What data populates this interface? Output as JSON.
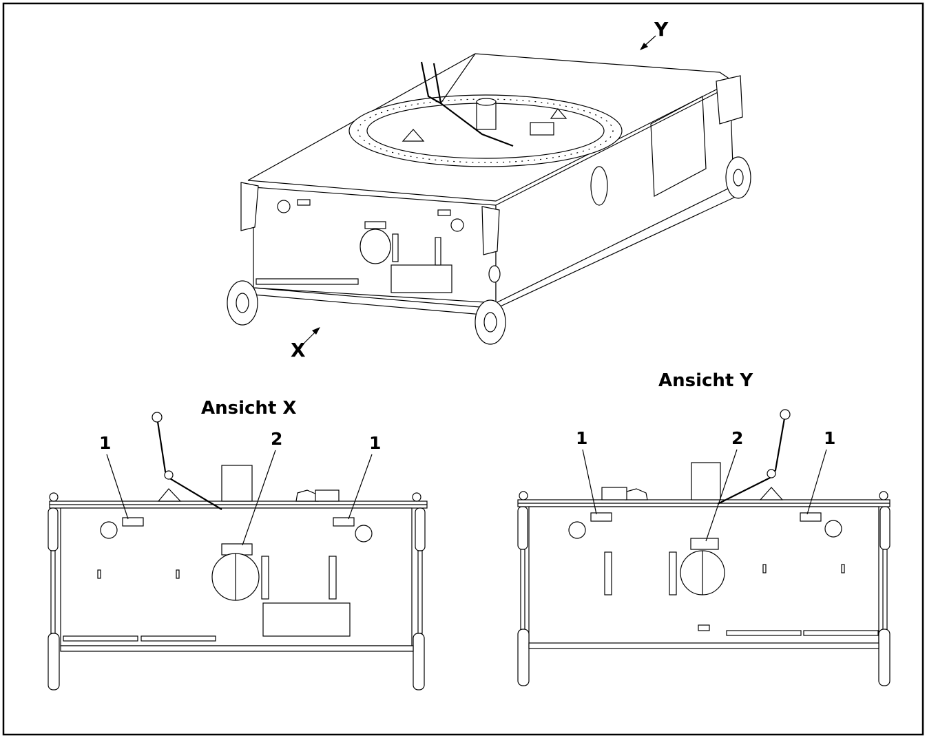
{
  "labels": {
    "view_y_arrow": "Y",
    "view_x_arrow": "X",
    "view_x_title": "Ansicht  X",
    "view_y_title": "Ansicht  Y"
  },
  "callouts": {
    "x_left": "1",
    "x_center": "2",
    "x_right": "1",
    "y_left": "1",
    "y_center": "2",
    "y_right": "1"
  },
  "colors": {
    "ink": "#000000",
    "paper": "#ffffff"
  }
}
